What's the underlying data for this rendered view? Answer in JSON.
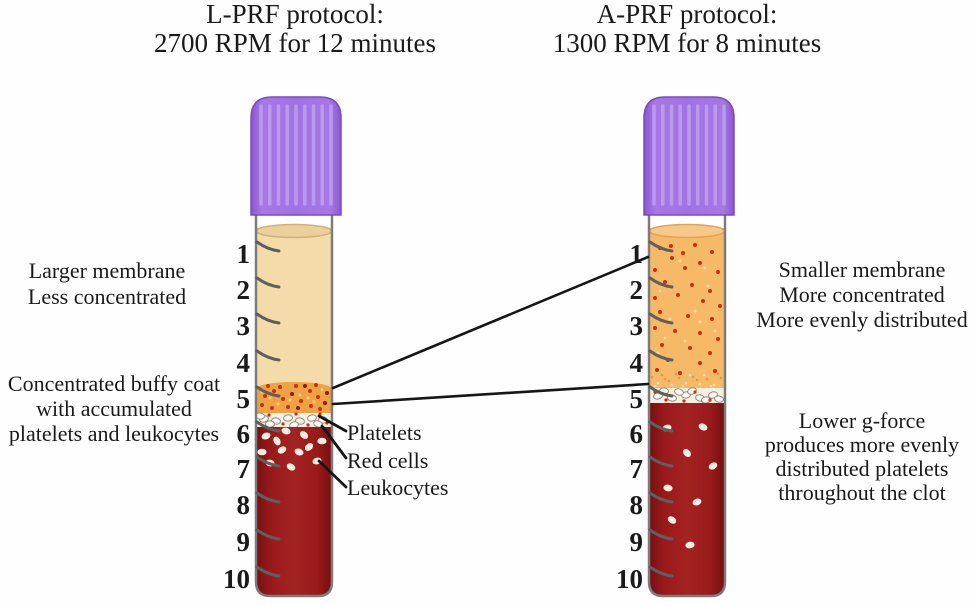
{
  "colors": {
    "cap_purple": "#a172e2",
    "cap_stripe": "#bd9df0",
    "plasma_lprf": "#f3dcaa",
    "plasma_aprf": "#f5b967",
    "buffy_orange": "#efa243",
    "leukocyte_band": "#f5efe4",
    "red_clot_center": "#a32222",
    "red_clot_edge": "#741011",
    "platelet_dot": "#c5310f",
    "leukocyte_cell": "#f5eedd",
    "glass_gray": "#7c7c7c",
    "line_black": "#161616"
  },
  "left_panel": {
    "title1": "L-PRF protocol:",
    "title2": "2700 RPM for 12 minutes",
    "note_top": [
      "Larger membrane",
      "Less concentrated"
    ],
    "note_bottom": [
      "Concentrated buffy coat",
      "with accumulated",
      "platelets and leukocytes"
    ],
    "scale": [
      "1",
      "2",
      "3",
      "4",
      "5",
      "6",
      "7",
      "8",
      "9",
      "10"
    ]
  },
  "right_panel": {
    "title1": "A-PRF protocol:",
    "title2": "1300 RPM for 8 minutes",
    "note_top": [
      "Smaller membrane",
      "More concentrated",
      "More evenly distributed"
    ],
    "note_bottom": [
      "Lower g-force",
      "produces more evenly",
      "distributed platelets",
      "throughout the clot"
    ],
    "scale": [
      "1",
      "2",
      "3",
      "4",
      "5",
      "6",
      "7",
      "8",
      "9",
      "10"
    ]
  },
  "annotations": {
    "platelets": "Platelets",
    "red_cells": "Red cells",
    "leukocytes": "Leukocytes"
  }
}
